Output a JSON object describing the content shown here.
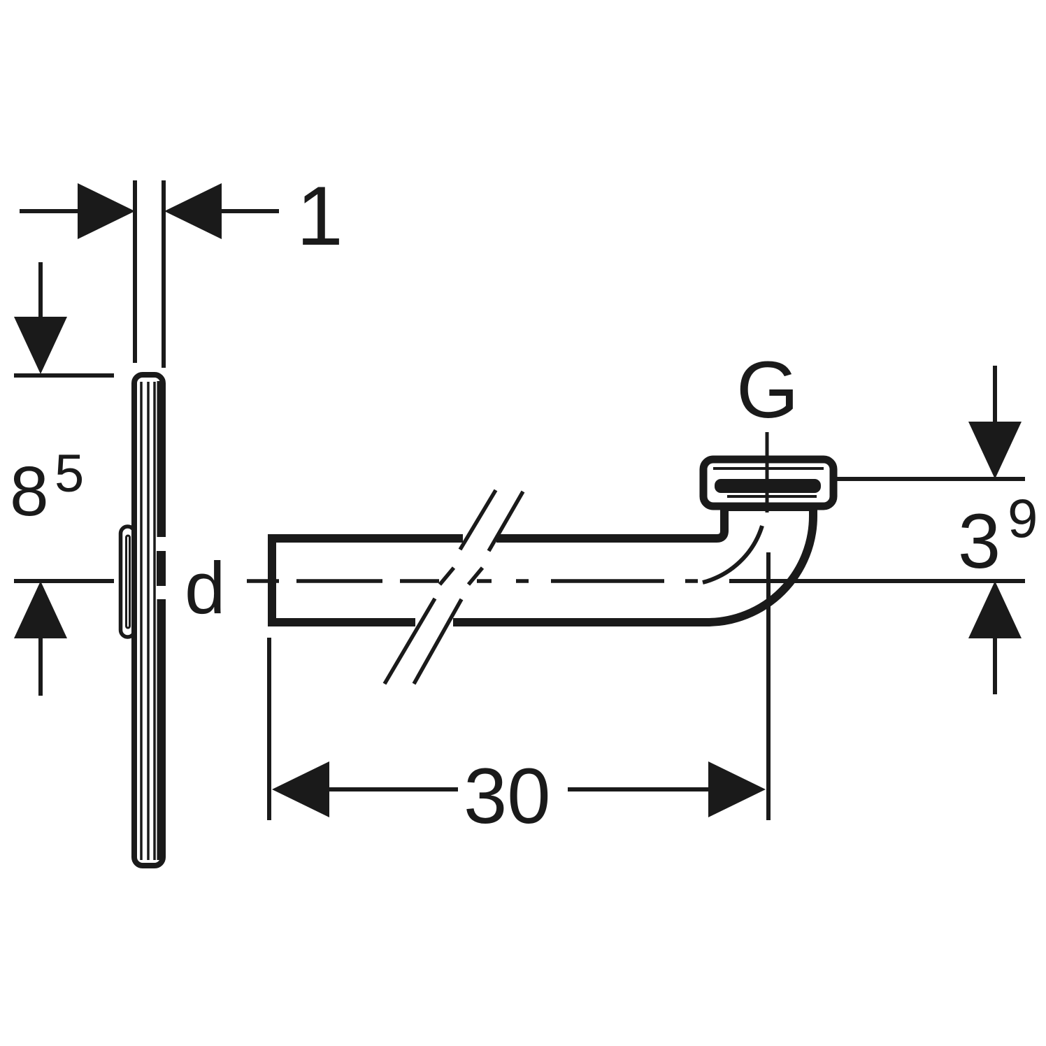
{
  "diagram": {
    "kind": "technical-dimension-drawing",
    "colors": {
      "line": "#1a1a1a",
      "background": "#ffffff"
    },
    "labels": {
      "pipe_diameter": "d",
      "thread": "G"
    },
    "dimensions": {
      "plate_thickness": {
        "value": "1"
      },
      "plate_top_to_axis": {
        "value": "8",
        "superscript": "5"
      },
      "nut_face_to_axis": {
        "value": "3",
        "superscript": "9"
      },
      "pipe_length": {
        "value": "30"
      }
    },
    "icons": {
      "arrowheads": "solid-triangle-dimension-arrows",
      "break_mark": "double-slash-pipe-break",
      "centerline": "dash-dot"
    }
  }
}
